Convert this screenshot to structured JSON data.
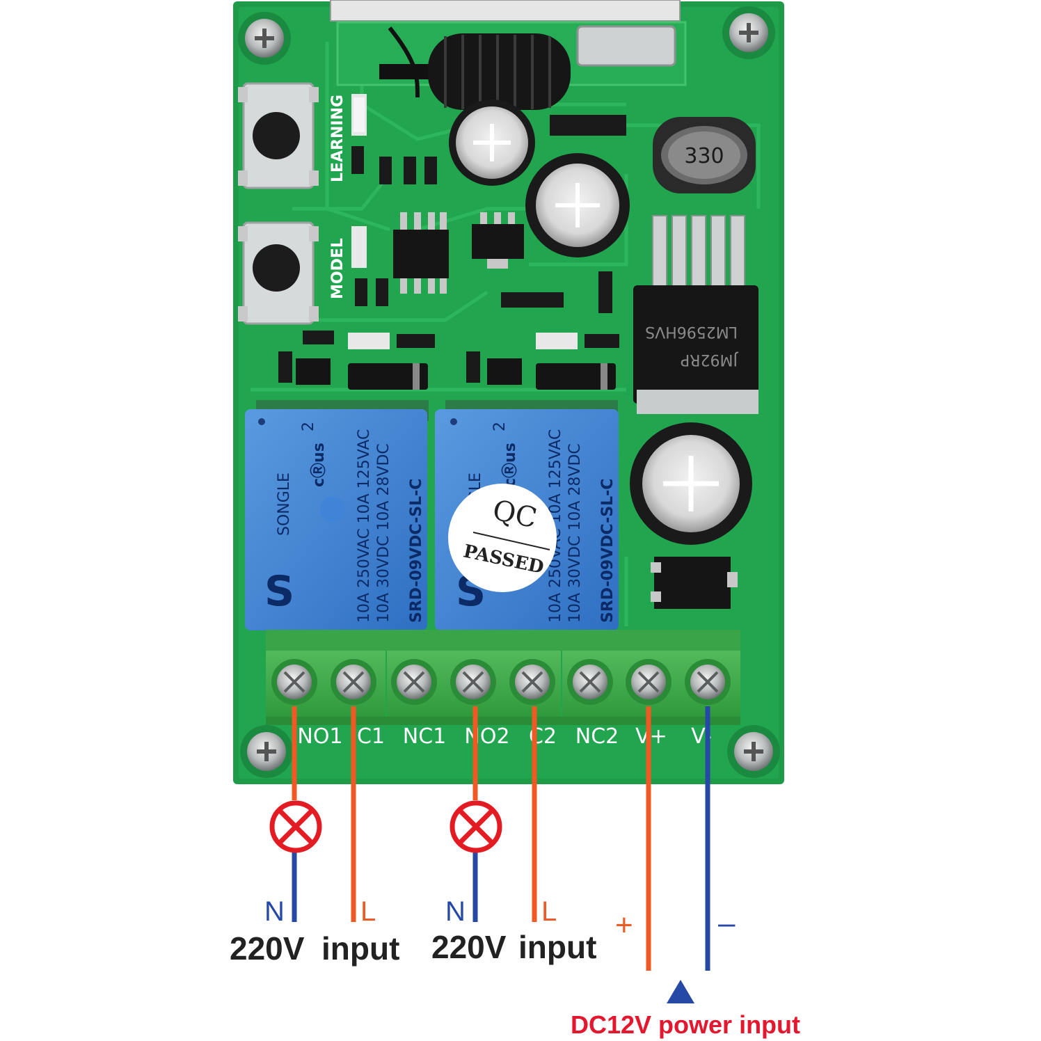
{
  "board": {
    "buttons": [
      {
        "label": "LEARNING"
      },
      {
        "label": "MODEL"
      }
    ],
    "inductor_marking": "330",
    "regulator_marking": "LM2596HVS",
    "regulator_sub_marking": "JM92RP",
    "relays": [
      {
        "brand": "SONGLE",
        "model": "SRD-09VDC-SL-C",
        "rating_line1": "10A 250VAC  10A 125VAC",
        "rating_line2": "10A 30VDC  10A 28VDC",
        "cert_mark": "cⓇus",
        "number": "2"
      },
      {
        "brand": "SONGLE",
        "model": "SRD-09VDC-SL-C",
        "rating_line1": "10A 250VAC  10A 125VAC",
        "rating_line2": "10A 30VDC  10A 28VDC",
        "cert_mark": "cⓇus",
        "number": "2"
      }
    ],
    "qc_sticker": {
      "line1": "QC",
      "line2": "PASSED"
    },
    "terminals": [
      "NO1",
      "C1",
      "NC1",
      "NO2",
      "C2",
      "NC2",
      "V+",
      "V-"
    ]
  },
  "wiring": {
    "colors": {
      "live": "#ef5a24",
      "neutral": "#2749a6",
      "lamp": "#e31b23",
      "power_label": "#e3172d"
    },
    "lamp_icon": "lamp-symbol-icon",
    "circuit1": {
      "neutral_label": "N",
      "live_label": "L",
      "caption_voltage": "220V",
      "caption_input": "input"
    },
    "circuit2": {
      "neutral_label": "N",
      "live_label": "L",
      "caption_voltage": "220V",
      "caption_input": "input"
    },
    "power": {
      "plus": "+",
      "minus": "–",
      "caption": "DC12V power input"
    }
  }
}
